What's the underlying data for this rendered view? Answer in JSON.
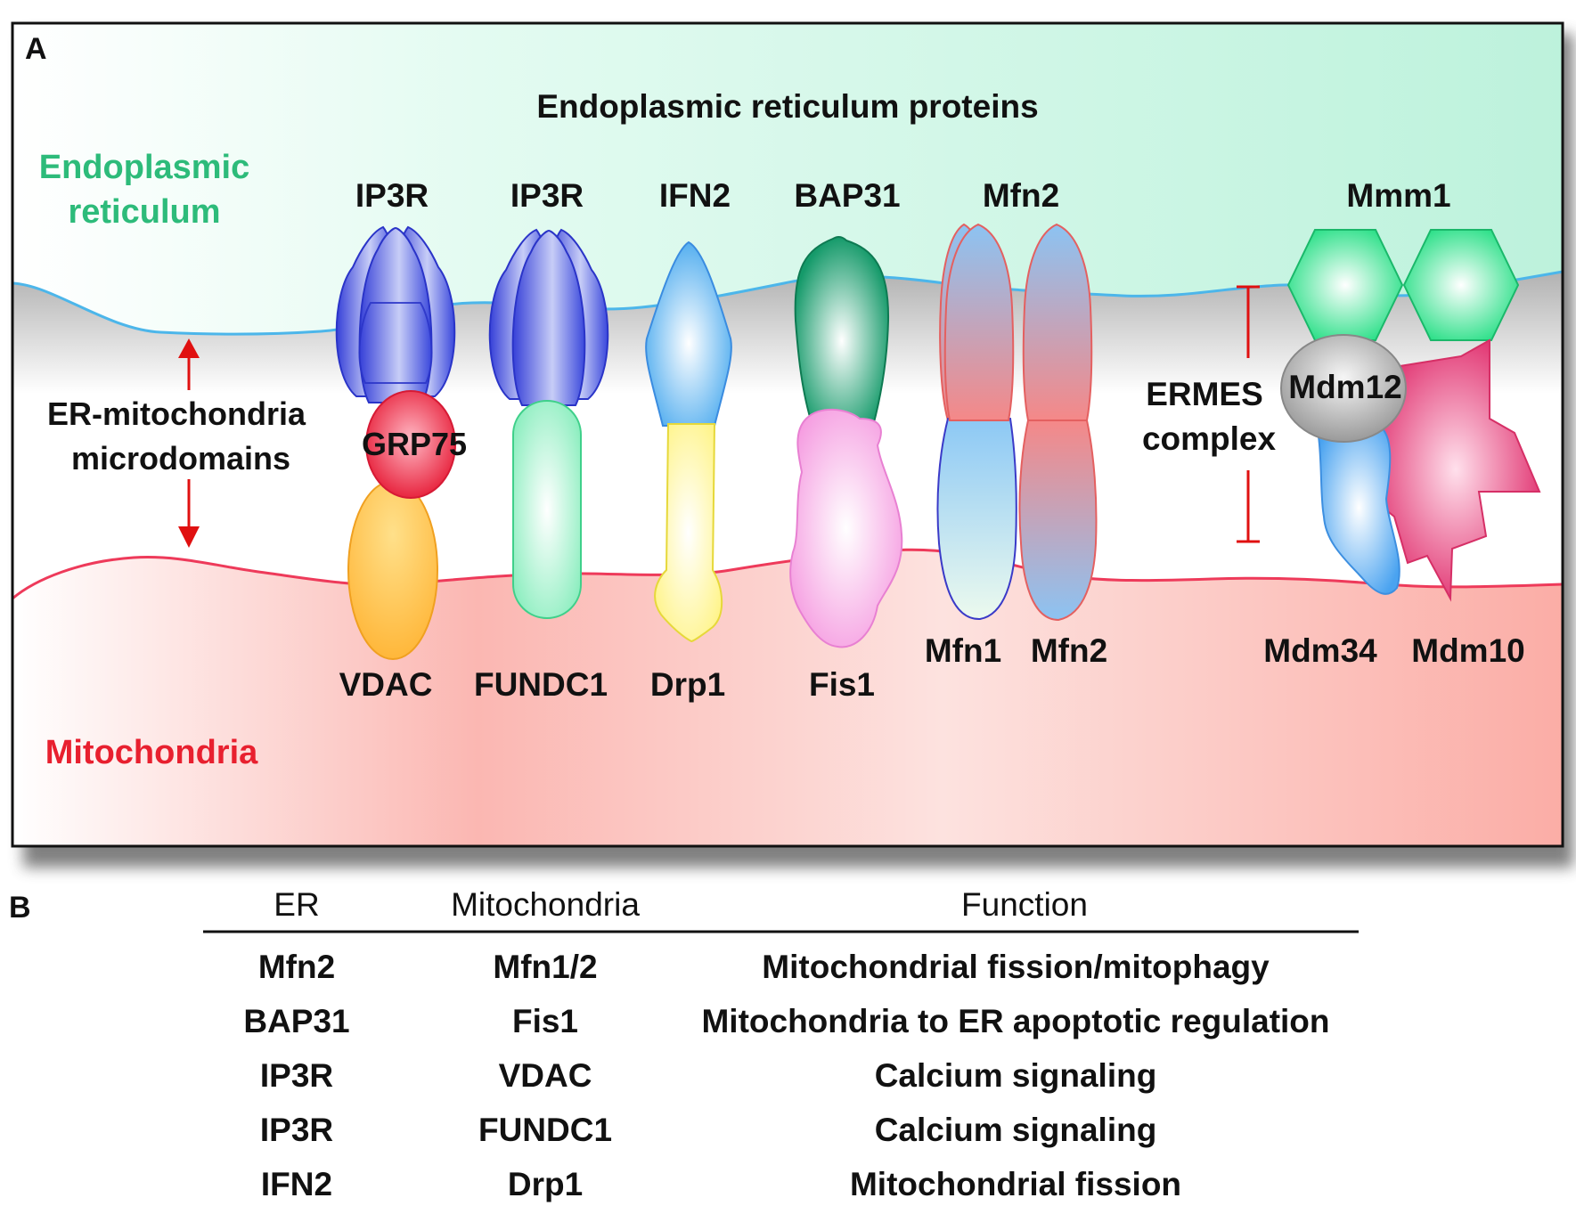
{
  "panel_a": {
    "letter": "A",
    "header": "Endoplasmic reticulum proteins",
    "er_label_line1": "Endoplasmic",
    "er_label_line2": "reticulum",
    "microdomain_line1": "ER-mitochondria",
    "microdomain_line2": "microdomains",
    "mito_label": "Mitochondria",
    "proteins": {
      "ip3r_1": "IP3R",
      "ip3r_2": "IP3R",
      "ifn2": "IFN2",
      "bap31": "BAP31",
      "mfn2_top": "Mfn2",
      "mmm1": "Mmm1",
      "grp75": "GRP75",
      "vdac": "VDAC",
      "fundc1": "FUNDC1",
      "drp1": "Drp1",
      "fis1": "Fis1",
      "mfn1": "Mfn1",
      "mfn2_bottom": "Mfn2",
      "mdm12": "Mdm12",
      "mdm34": "Mdm34",
      "mdm10": "Mdm10"
    },
    "ermes_line1": "ERMES",
    "ermes_line2": "complex",
    "colors": {
      "er_fill": "#c9f5e4",
      "er_text": "#2dbb7a",
      "mito_fill": "#fbb6b0",
      "mito_text": "#e8202f",
      "arrow": "#e01010"
    }
  },
  "panel_b": {
    "letter": "B",
    "headers": [
      "ER",
      "Mitochondria",
      "Function"
    ],
    "rows": [
      [
        "Mfn2",
        "Mfn1/2",
        "Mitochondrial fission/mitophagy"
      ],
      [
        "BAP31",
        "Fis1",
        "Mitochondria to ER apoptotic regulation"
      ],
      [
        "IP3R",
        "VDAC",
        "Calcium signaling"
      ],
      [
        "IP3R",
        "FUNDC1",
        "Calcium signaling"
      ],
      [
        "IFN2",
        "Drp1",
        "Mitochondrial fission"
      ]
    ]
  }
}
